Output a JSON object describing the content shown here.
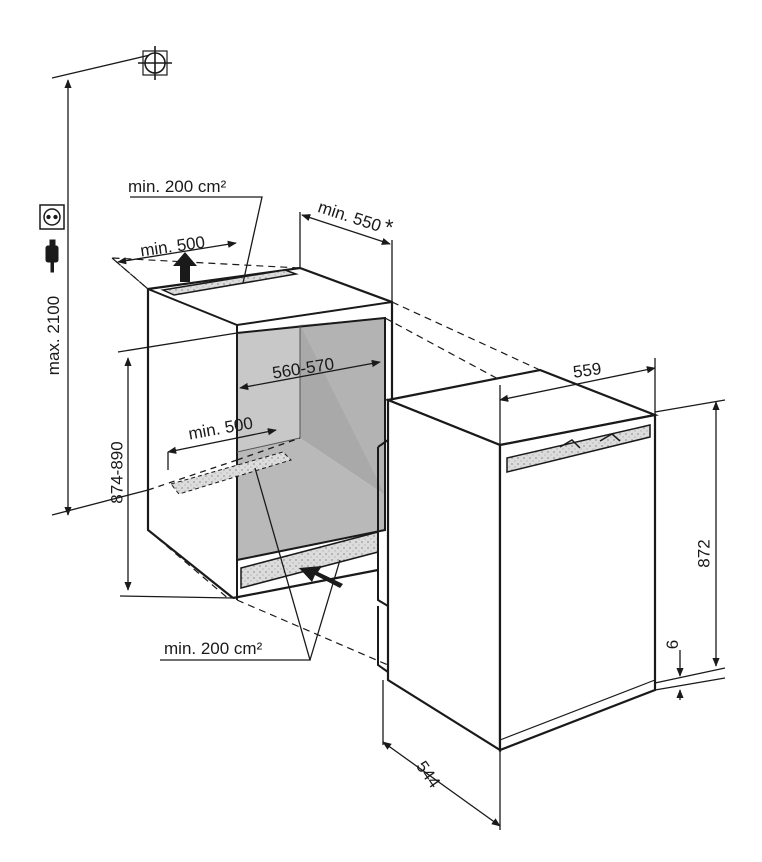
{
  "labels": {
    "max_height": "max. 2100",
    "vent_top": "min. 200 cm²",
    "depth_top": "min. 500",
    "niche_depth": "min. 550",
    "asterisk": "*",
    "niche_width": "560-570",
    "floor_depth": "min. 500",
    "niche_height": "874-890",
    "vent_bottom": "min. 200 cm²",
    "unit_width": "559",
    "unit_height": "872",
    "plinth": "6",
    "unit_depth": "544"
  },
  "icons": {
    "wall_fixing": "crosshair-circle-icon",
    "socket": "power-socket-icon",
    "plug": "power-plug-icon",
    "airflow_up": "arrow-up-icon",
    "airflow_in": "arrow-diagonal-icon"
  },
  "colors": {
    "line": "#1a1a1a",
    "niche_back": "#a9a9a9",
    "niche_side": "#c8c8c8",
    "niche_floor": "#b8b8b8",
    "vent": "#d8d8d8"
  }
}
